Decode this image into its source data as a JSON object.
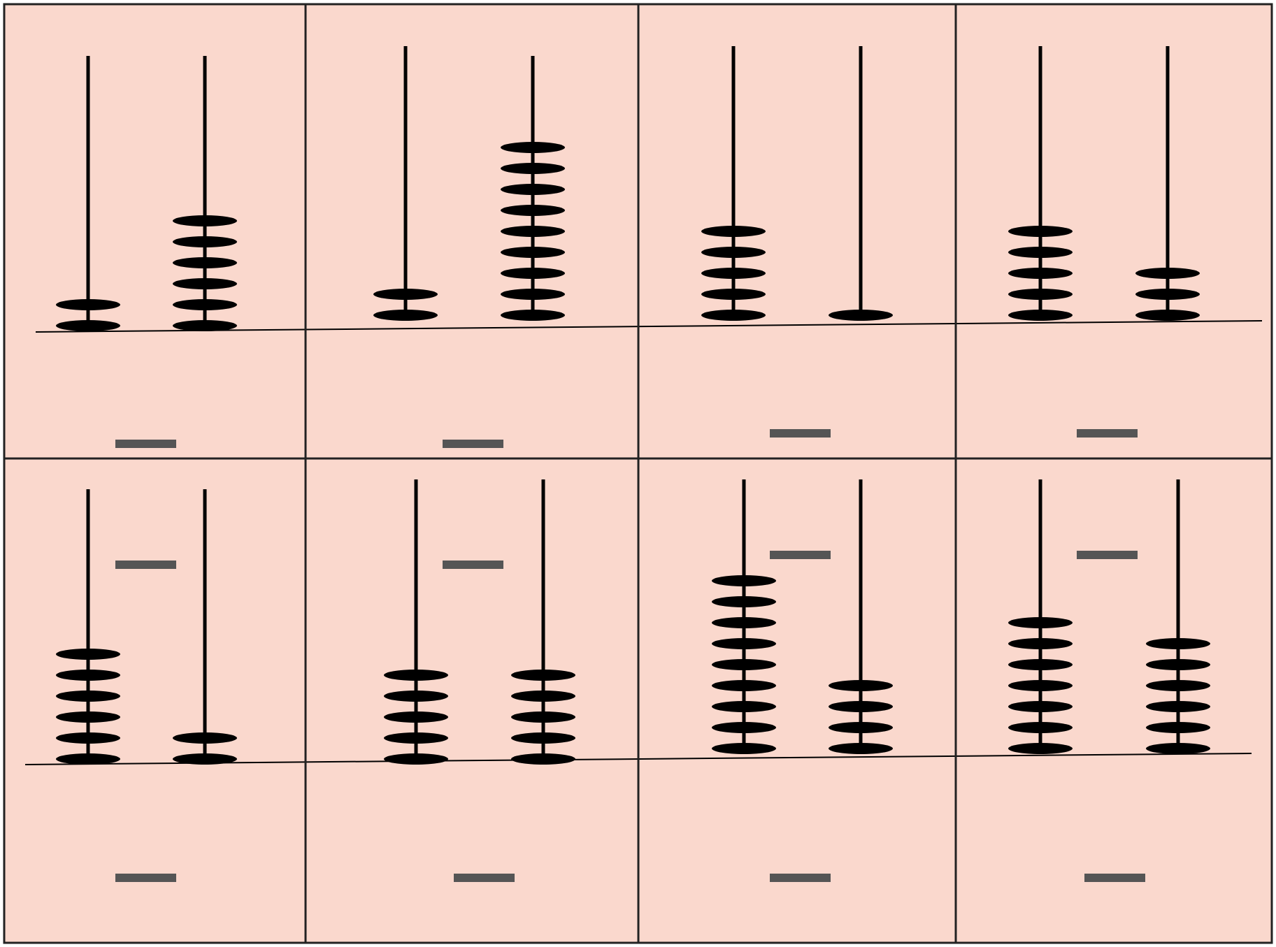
{
  "colors": {
    "background": "#FAD8CD",
    "grid": "#222222",
    "ink": "#000000",
    "answer_blank": "#555555"
  },
  "worksheet": {
    "cards": [
      {
        "id": 1,
        "rods": [
          {
            "beads": 2
          },
          {
            "beads": 6
          }
        ],
        "answer_blanks": 1
      },
      {
        "id": 2,
        "rods": [
          {
            "beads": 2
          },
          {
            "beads": 9
          }
        ],
        "answer_blanks": 1
      },
      {
        "id": 3,
        "rods": [
          {
            "beads": 5
          },
          {
            "beads": 1
          }
        ],
        "answer_blanks": 1
      },
      {
        "id": 4,
        "rods": [
          {
            "beads": 5
          },
          {
            "beads": 3
          }
        ],
        "answer_blanks": 1
      },
      {
        "id": 5,
        "rods": [
          {
            "beads": 6
          },
          {
            "beads": 2
          }
        ],
        "answer_blanks": 2
      },
      {
        "id": 6,
        "rods": [
          {
            "beads": 5
          },
          {
            "beads": 5
          }
        ],
        "answer_blanks": 2
      },
      {
        "id": 7,
        "rods": [
          {
            "beads": 9
          },
          {
            "beads": 4
          }
        ],
        "answer_blanks": 2
      },
      {
        "id": 8,
        "rods": [
          {
            "beads": 7
          },
          {
            "beads": 6
          }
        ],
        "answer_blanks": 2
      }
    ]
  }
}
